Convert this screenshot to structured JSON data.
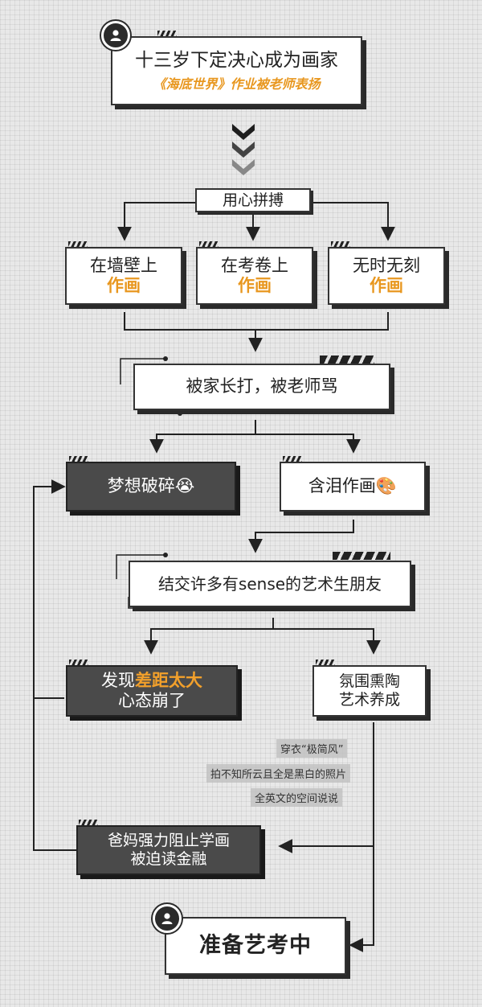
{
  "top": {
    "title": "十三岁下定决心成为画家",
    "subtitle": "《海底世界》作业被老师表扬"
  },
  "effort": "用心拼搏",
  "places": [
    {
      "line1": "在墙壁上",
      "line2": "作画"
    },
    {
      "line1": "在考卷上",
      "line2": "作画"
    },
    {
      "line1": "无时无刻",
      "line2": "作画"
    }
  ],
  "punished": "被家长打，被老师骂",
  "dream_broken": {
    "text": "梦想破碎",
    "emoji": "😭"
  },
  "tearful": {
    "text": "含泪作画",
    "emoji": "🎨"
  },
  "friends": "结交许多有sense的艺术生朋友",
  "gap": {
    "prefix": "发现",
    "highlight": "差距太大",
    "line2": "心态崩了"
  },
  "cultivate": {
    "line1": "氛围熏陶",
    "line2": "艺术养成"
  },
  "notes": [
    "穿衣“极简风”",
    "拍不知所云且全是黑白的照片",
    "全英文的空间说说"
  ],
  "blocked": {
    "line1": "爸妈强力阻止学画",
    "line2": "被迫读金融"
  },
  "final": "准备艺考中",
  "icons": {
    "avatar": "user-avatar-icon",
    "chevron": "chevron-down-icon",
    "arrow": "arrowhead-icon"
  },
  "colors": {
    "accent": "#e8971f",
    "dark_box": "#4a4a4a",
    "line": "#222222"
  }
}
